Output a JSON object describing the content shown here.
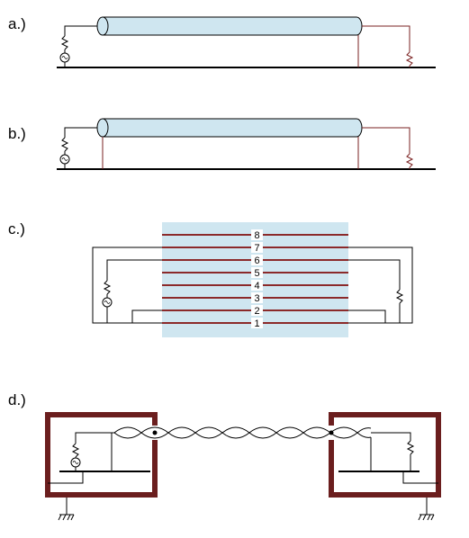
{
  "panels": [
    {
      "id": "a",
      "label": "a.)"
    },
    {
      "id": "b",
      "label": "b.)"
    },
    {
      "id": "c",
      "label": "c.)",
      "conductor_numbers": [
        "8",
        "7",
        "6",
        "5",
        "4",
        "3",
        "2",
        "1"
      ]
    },
    {
      "id": "d",
      "label": "d.)"
    }
  ],
  "colors": {
    "cable_fill": "#cfe6f0",
    "conductor": "#8b2a2a",
    "enclosure": "#6b1e1e",
    "wire": "#000000",
    "brown_wire": "#7a2020"
  }
}
